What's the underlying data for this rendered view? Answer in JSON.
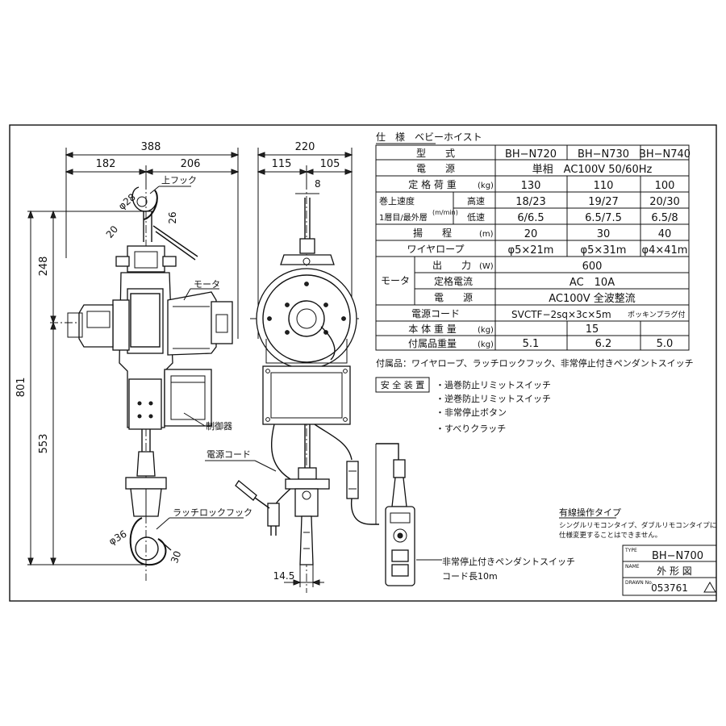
{
  "dimensions": {
    "overall_width": "388",
    "left_width": "182",
    "right_width": "206",
    "side_width": "220",
    "side_left": "115",
    "side_right": "105",
    "rope_gap": "8",
    "upper_height": "248",
    "total_height": "801",
    "lower_height": "553",
    "hook_dia": "φ28",
    "hook_dim": "26",
    "hook_20": "20",
    "lower_hook_dia": "φ36",
    "lower_hook_dim": "30",
    "bottom_offset": "14.5"
  },
  "labels": {
    "upper_hook": "上フック",
    "motor": "モータ",
    "controller": "制御器",
    "power_cord": "電源コード",
    "latch_hook": "ラッチロックフック",
    "pendant_switch": "非常停止付きペンダントスイッチ",
    "cord_length": "コード長10m"
  },
  "spec": {
    "title": "仕　様　ベビーホイスト",
    "model_label": "型　　式",
    "models": [
      "BH−N720",
      "BH−N730",
      "BH−N740"
    ],
    "rows": [
      {
        "label": "電　　源",
        "unit": "",
        "value": "単相　AC100V 50/60Hz"
      },
      {
        "label": "定 格 荷 重",
        "unit": "(kg)",
        "values": [
          "130",
          "110",
          "100"
        ]
      },
      {
        "label": "巻上速度",
        "unit": "(m/min)",
        "sub": "1層目/最外層",
        "sub1": "高速",
        "sub2": "低速",
        "values_high": [
          "18/23",
          "19/27",
          "20/30"
        ],
        "values_low": [
          "6/6.5",
          "6.5/7.5",
          "6.5/8"
        ]
      },
      {
        "label": "揚　　程",
        "unit": "(m)",
        "values": [
          "20",
          "30",
          "40"
        ]
      },
      {
        "label": "ワイヤロープ",
        "unit": "",
        "values": [
          "φ5×21m",
          "φ5×31m",
          "φ4×41m"
        ]
      }
    ],
    "motor_label": "モータ",
    "motor_rows": [
      {
        "label": "出　　力",
        "unit": "(W)",
        "value": "600"
      },
      {
        "label": "定格電流",
        "unit": "",
        "value": "AC　10A"
      },
      {
        "label": "電　　源",
        "unit": "",
        "value": "AC100V 全波整流"
      }
    ],
    "cord_label": "電源コード",
    "cord_value": "SVCTF−2sq×3c×5m",
    "cord_note": "ポッキンプラグ付",
    "body_weight_label": "本 体 重 量",
    "body_weight_unit": "(kg)",
    "body_weight": "15",
    "acc_weight_label": "付属品重量",
    "acc_weight_unit": "(kg)",
    "acc_weights": [
      "5.1",
      "6.2",
      "5.0"
    ]
  },
  "accessories": "付属品：ワイヤロープ、ラッチロックフック、非常停止付きペンダントスイッチ",
  "safety": {
    "title": "安 全 装 置",
    "items": [
      "過巻防止リミットスイッチ",
      "逆巻防止リミットスイッチ",
      "非常停止ボタン",
      "すべりクラッチ"
    ]
  },
  "note": {
    "title": "有線操作タイプ",
    "line1": "シングルリモコンタイプ、ダブルリモコンタイプに",
    "line2": "仕様変更することはできません。"
  },
  "title_block": {
    "type_label": "TYPE",
    "type_value": "BH−N700",
    "name_label": "NAME",
    "name_value": "外 形 図",
    "drawn_label": "DRAWN No.",
    "drawn_value": "053761"
  }
}
